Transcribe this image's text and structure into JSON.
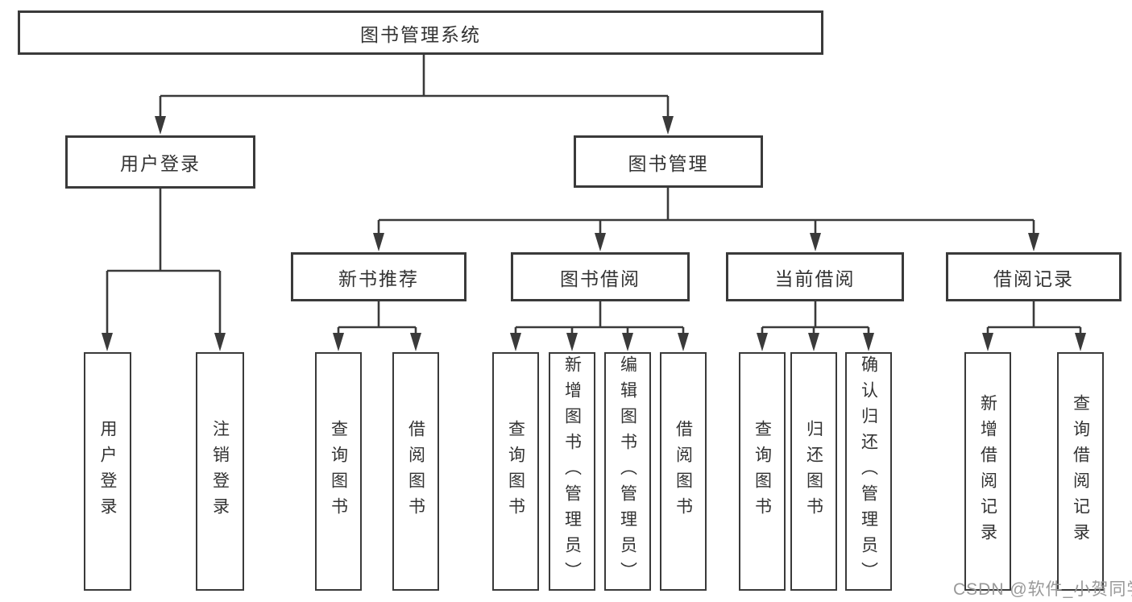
{
  "colors": {
    "line": "#3a3a3a",
    "text": "#333333",
    "watermark": "#999999",
    "bg": "#ffffff"
  },
  "tree": {
    "label": "图书管理系统",
    "children": [
      {
        "label": "用户登录",
        "children": [
          {
            "label": "用户登录"
          },
          {
            "label": "注销登录"
          }
        ]
      },
      {
        "label": "图书管理",
        "children": [
          {
            "label": "新书推荐",
            "children": [
              {
                "label": "查询图书"
              },
              {
                "label": "借阅图书"
              }
            ]
          },
          {
            "label": "图书借阅",
            "children": [
              {
                "label": "查询图书"
              },
              {
                "label": "新增图书（管理员）"
              },
              {
                "label": "编辑图书（管理员）"
              },
              {
                "label": "借阅图书"
              }
            ]
          },
          {
            "label": "当前借阅",
            "children": [
              {
                "label": "查询图书"
              },
              {
                "label": "归还图书"
              },
              {
                "label": "确认归还（管理员）"
              }
            ]
          },
          {
            "label": "借阅记录",
            "children": [
              {
                "label": "新增借阅记录"
              },
              {
                "label": "查询借阅记录"
              }
            ]
          }
        ]
      }
    ]
  },
  "watermark": "CSDN @软件_小贺同学"
}
